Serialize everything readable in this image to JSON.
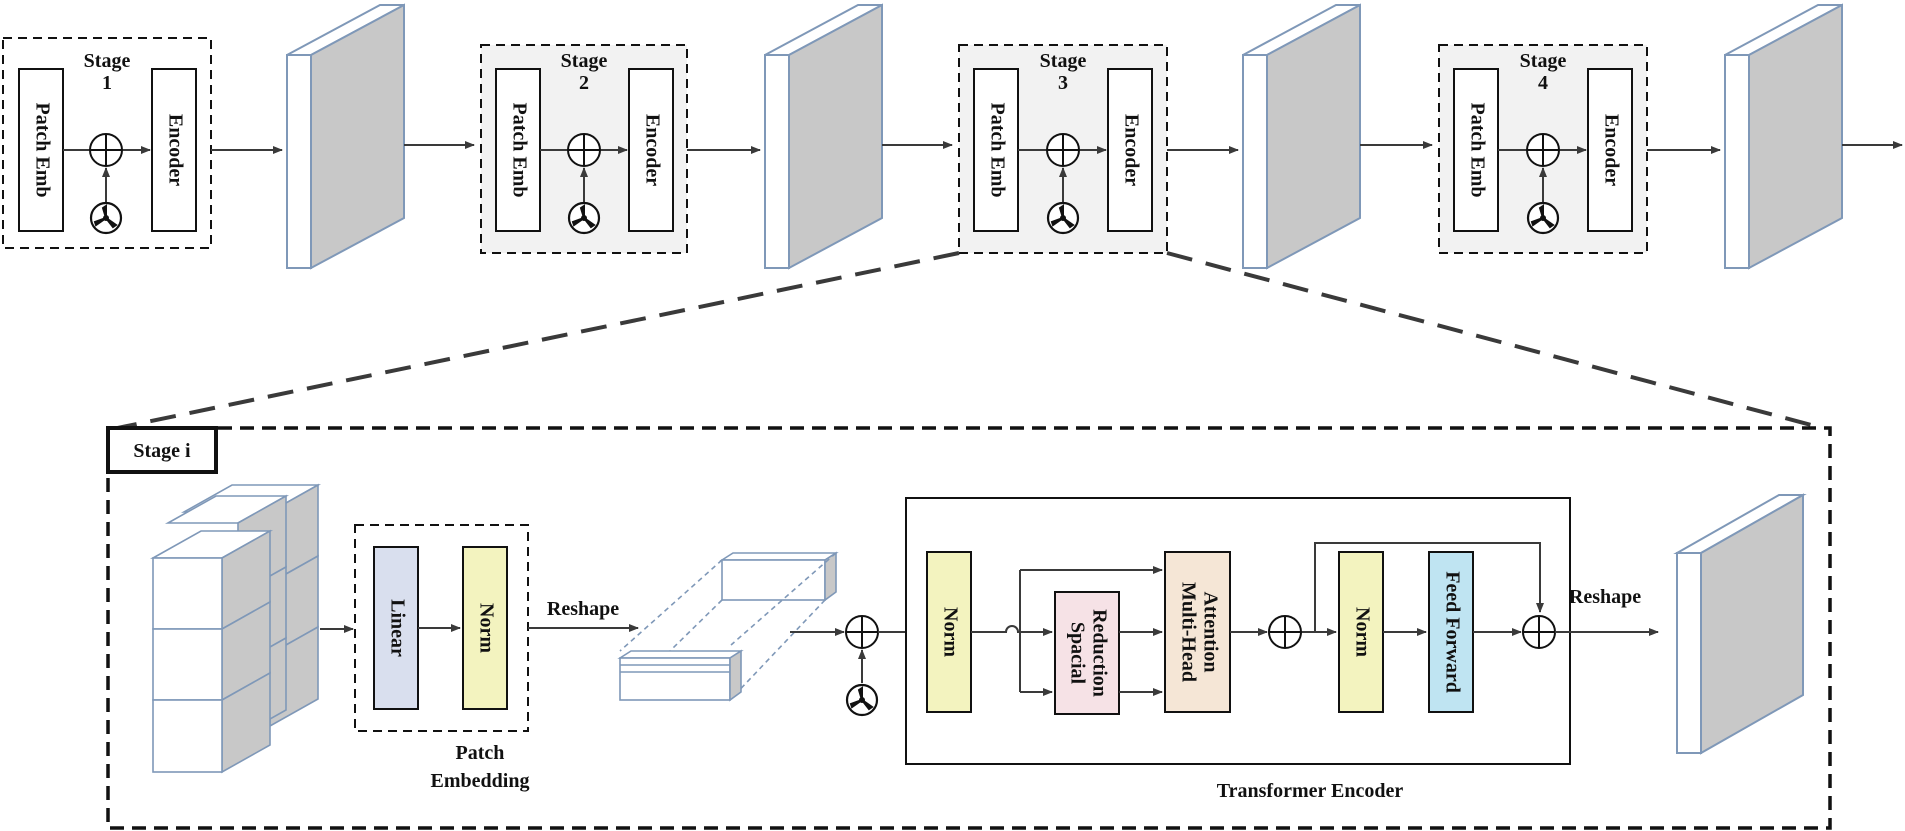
{
  "top_row": {
    "stages": [
      {
        "title": "Stage",
        "number": "1",
        "patch_label": "Patch Emb",
        "encoder_label": "Encoder"
      },
      {
        "title": "Stage",
        "number": "2",
        "patch_label": "Patch Emb",
        "encoder_label": "Encoder"
      },
      {
        "title": "Stage",
        "number": "3",
        "patch_label": "Patch Emb",
        "encoder_label": "Encoder"
      },
      {
        "title": "Stage",
        "number": "4",
        "patch_label": "Patch Emb",
        "encoder_label": "Encoder"
      }
    ]
  },
  "detail": {
    "title": "Stage i",
    "patch_embedding": {
      "linear_label": "Linear",
      "norm_label": "Norm",
      "caption_line1": "Patch",
      "caption_line2": "Embedding"
    },
    "reshape_in_label": "Reshape",
    "reshape_out_label": "Reshape",
    "transformer_encoder": {
      "caption": "Transformer Encoder",
      "norm1_label": "Norm",
      "spatial_reduction_line1": "Spacial",
      "spatial_reduction_line2": "Reduction",
      "mha_line1": "Multi-Head",
      "mha_line2": "Attention",
      "norm2_label": "Norm",
      "ff_label": "Feed Forward"
    }
  },
  "colors": {
    "line": "#3a3a3a",
    "feature_front": "#c8c8c8",
    "feature_edge": "#7f98b8",
    "linear_fill": "#d9dfee",
    "norm_fill": "#f3f3bf",
    "sr_fill": "#f6e2e6",
    "mha_fill": "#f5e6d6",
    "ff_fill": "#bfe4f2",
    "stage_bg": "#f2f2f2"
  }
}
